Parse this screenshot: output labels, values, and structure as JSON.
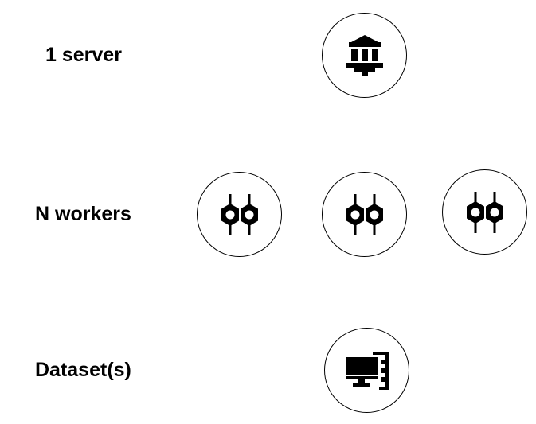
{
  "labels": {
    "server": "1 server",
    "workers": "N workers",
    "datasets": "Dataset(s)"
  },
  "icons": {
    "server": "server-building-icon",
    "worker": "worker-nodes-icon",
    "dataset": "dataset-computer-icon"
  },
  "colors": {
    "stroke": "#000000",
    "background": "#ffffff"
  }
}
